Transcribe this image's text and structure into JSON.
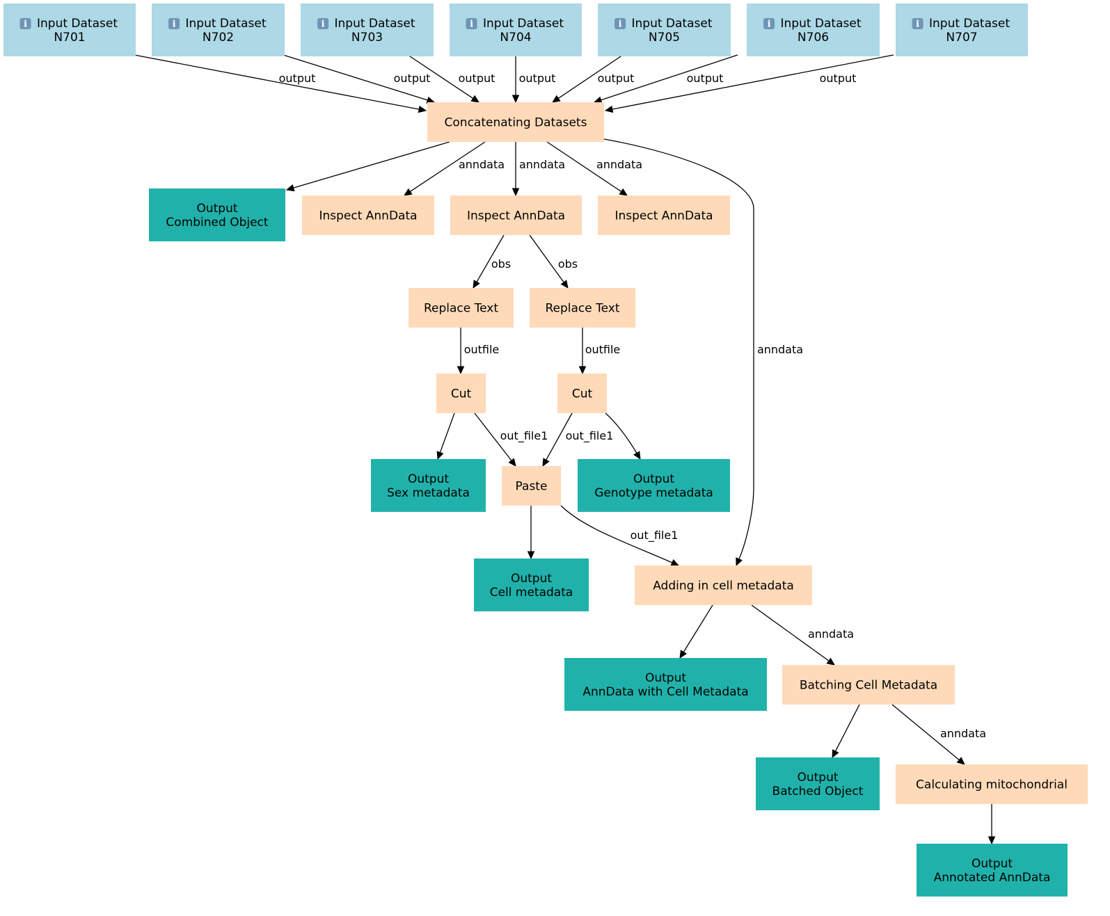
{
  "colors": {
    "input": "#add8e6",
    "step": "#ffdab9",
    "output": "#20b2aa",
    "edge": "#000000"
  },
  "info_icon": "info-icon",
  "nodes": [
    {
      "id": "n701",
      "kind": "input",
      "icon": "info-icon",
      "lines": [
        "Input Dataset",
        "N701"
      ]
    },
    {
      "id": "n702",
      "kind": "input",
      "icon": "info-icon",
      "lines": [
        "Input Dataset",
        "N702"
      ]
    },
    {
      "id": "n703",
      "kind": "input",
      "icon": "info-icon",
      "lines": [
        "Input Dataset",
        "N703"
      ]
    },
    {
      "id": "n704",
      "kind": "input",
      "icon": "info-icon",
      "lines": [
        "Input Dataset",
        "N704"
      ]
    },
    {
      "id": "n705",
      "kind": "input",
      "icon": "info-icon",
      "lines": [
        "Input Dataset",
        "N705"
      ]
    },
    {
      "id": "n706",
      "kind": "input",
      "icon": "info-icon",
      "lines": [
        "Input Dataset",
        "N706"
      ]
    },
    {
      "id": "n707",
      "kind": "input",
      "icon": "info-icon",
      "lines": [
        "Input Dataset",
        "N707"
      ]
    },
    {
      "id": "concat",
      "kind": "step",
      "lines": [
        "Concatenating Datasets"
      ]
    },
    {
      "id": "out_combined",
      "kind": "output",
      "lines": [
        "Output",
        "Combined Object"
      ]
    },
    {
      "id": "inspect1",
      "kind": "step",
      "lines": [
        "Inspect AnnData"
      ]
    },
    {
      "id": "inspect2",
      "kind": "step",
      "lines": [
        "Inspect AnnData"
      ]
    },
    {
      "id": "inspect3",
      "kind": "step",
      "lines": [
        "Inspect AnnData"
      ]
    },
    {
      "id": "replace1",
      "kind": "step",
      "lines": [
        "Replace Text"
      ]
    },
    {
      "id": "replace2",
      "kind": "step",
      "lines": [
        "Replace Text"
      ]
    },
    {
      "id": "cut1",
      "kind": "step",
      "lines": [
        "Cut"
      ]
    },
    {
      "id": "cut2",
      "kind": "step",
      "lines": [
        "Cut"
      ]
    },
    {
      "id": "out_sex",
      "kind": "output",
      "lines": [
        "Output",
        "Sex metadata"
      ]
    },
    {
      "id": "paste",
      "kind": "step",
      "lines": [
        "Paste"
      ]
    },
    {
      "id": "out_genotype",
      "kind": "output",
      "lines": [
        "Output",
        "Genotype metadata"
      ]
    },
    {
      "id": "out_cell",
      "kind": "output",
      "lines": [
        "Output",
        "Cell metadata"
      ]
    },
    {
      "id": "adding",
      "kind": "step",
      "lines": [
        "Adding in cell metadata"
      ]
    },
    {
      "id": "out_anndata_cm",
      "kind": "output",
      "lines": [
        "Output",
        "AnnData with Cell Metadata"
      ]
    },
    {
      "id": "batching",
      "kind": "step",
      "lines": [
        "Batching Cell Metadata"
      ]
    },
    {
      "id": "out_batched",
      "kind": "output",
      "lines": [
        "Output",
        "Batched Object"
      ]
    },
    {
      "id": "mito",
      "kind": "step",
      "lines": [
        "Calculating mitochondrial"
      ]
    },
    {
      "id": "out_annotated",
      "kind": "output",
      "lines": [
        "Output",
        "Annotated AnnData"
      ]
    }
  ],
  "edges": [
    {
      "id": "e1",
      "from": "n701",
      "to": "concat",
      "label": "output"
    },
    {
      "id": "e2",
      "from": "n702",
      "to": "concat",
      "label": "output"
    },
    {
      "id": "e3",
      "from": "n703",
      "to": "concat",
      "label": "output"
    },
    {
      "id": "e4",
      "from": "n704",
      "to": "concat",
      "label": "output"
    },
    {
      "id": "e5",
      "from": "n705",
      "to": "concat",
      "label": "output"
    },
    {
      "id": "e6",
      "from": "n706",
      "to": "concat",
      "label": "output"
    },
    {
      "id": "e7",
      "from": "n707",
      "to": "concat",
      "label": "output"
    },
    {
      "id": "e8",
      "from": "concat",
      "to": "out_combined",
      "label": ""
    },
    {
      "id": "e9",
      "from": "concat",
      "to": "inspect1",
      "label": "anndata"
    },
    {
      "id": "e10",
      "from": "concat",
      "to": "inspect2",
      "label": "anndata"
    },
    {
      "id": "e11",
      "from": "concat",
      "to": "inspect3",
      "label": "anndata"
    },
    {
      "id": "e12",
      "from": "concat",
      "to": "adding",
      "label": "anndata"
    },
    {
      "id": "e13",
      "from": "inspect2",
      "to": "replace1",
      "label": "obs"
    },
    {
      "id": "e14",
      "from": "inspect2",
      "to": "replace2",
      "label": "obs"
    },
    {
      "id": "e15",
      "from": "replace1",
      "to": "cut1",
      "label": "outfile"
    },
    {
      "id": "e16",
      "from": "replace2",
      "to": "cut2",
      "label": "outfile"
    },
    {
      "id": "e17",
      "from": "cut1",
      "to": "out_sex",
      "label": ""
    },
    {
      "id": "e18",
      "from": "cut1",
      "to": "paste",
      "label": "out_file1"
    },
    {
      "id": "e19",
      "from": "cut2",
      "to": "paste",
      "label": "out_file1"
    },
    {
      "id": "e20",
      "from": "cut2",
      "to": "out_genotype",
      "label": ""
    },
    {
      "id": "e21",
      "from": "paste",
      "to": "out_cell",
      "label": ""
    },
    {
      "id": "e22",
      "from": "paste",
      "to": "adding",
      "label": "out_file1"
    },
    {
      "id": "e23",
      "from": "adding",
      "to": "out_anndata_cm",
      "label": ""
    },
    {
      "id": "e24",
      "from": "adding",
      "to": "batching",
      "label": "anndata"
    },
    {
      "id": "e25",
      "from": "batching",
      "to": "out_batched",
      "label": ""
    },
    {
      "id": "e26",
      "from": "batching",
      "to": "mito",
      "label": "anndata"
    },
    {
      "id": "e27",
      "from": "mito",
      "to": "out_annotated",
      "label": ""
    }
  ]
}
